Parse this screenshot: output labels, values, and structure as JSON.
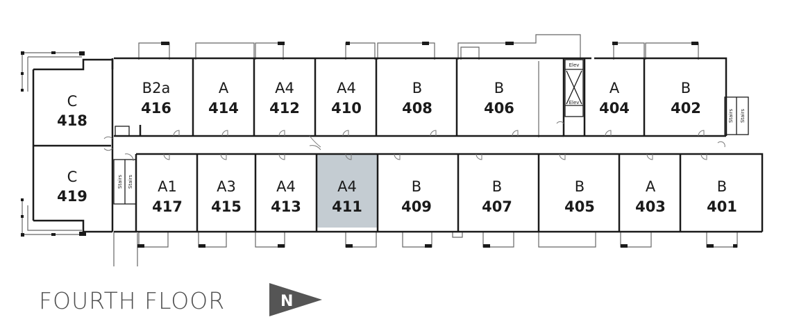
{
  "floor_title": "FOURTH FLOOR",
  "north_label": "N",
  "colors": {
    "highlight": "#c4ccd2",
    "wall": "#1a1a1a",
    "thin": "#777777",
    "compass": "#555555"
  },
  "units": [
    {
      "id": "418",
      "type": "C"
    },
    {
      "id": "416",
      "type": "B2a"
    },
    {
      "id": "414",
      "type": "A"
    },
    {
      "id": "412",
      "type": "A4"
    },
    {
      "id": "410",
      "type": "A4"
    },
    {
      "id": "408",
      "type": "B"
    },
    {
      "id": "406",
      "type": "B"
    },
    {
      "id": "404",
      "type": "A"
    },
    {
      "id": "402",
      "type": "B"
    },
    {
      "id": "419",
      "type": "C"
    },
    {
      "id": "417",
      "type": "A1"
    },
    {
      "id": "415",
      "type": "A3"
    },
    {
      "id": "413",
      "type": "A4"
    },
    {
      "id": "411",
      "type": "A4",
      "highlighted": true
    },
    {
      "id": "409",
      "type": "B"
    },
    {
      "id": "407",
      "type": "B"
    },
    {
      "id": "405",
      "type": "B"
    },
    {
      "id": "403",
      "type": "A"
    },
    {
      "id": "401",
      "type": "B"
    }
  ],
  "stairs_label": "Stairs",
  "elevator_label": "Elev"
}
